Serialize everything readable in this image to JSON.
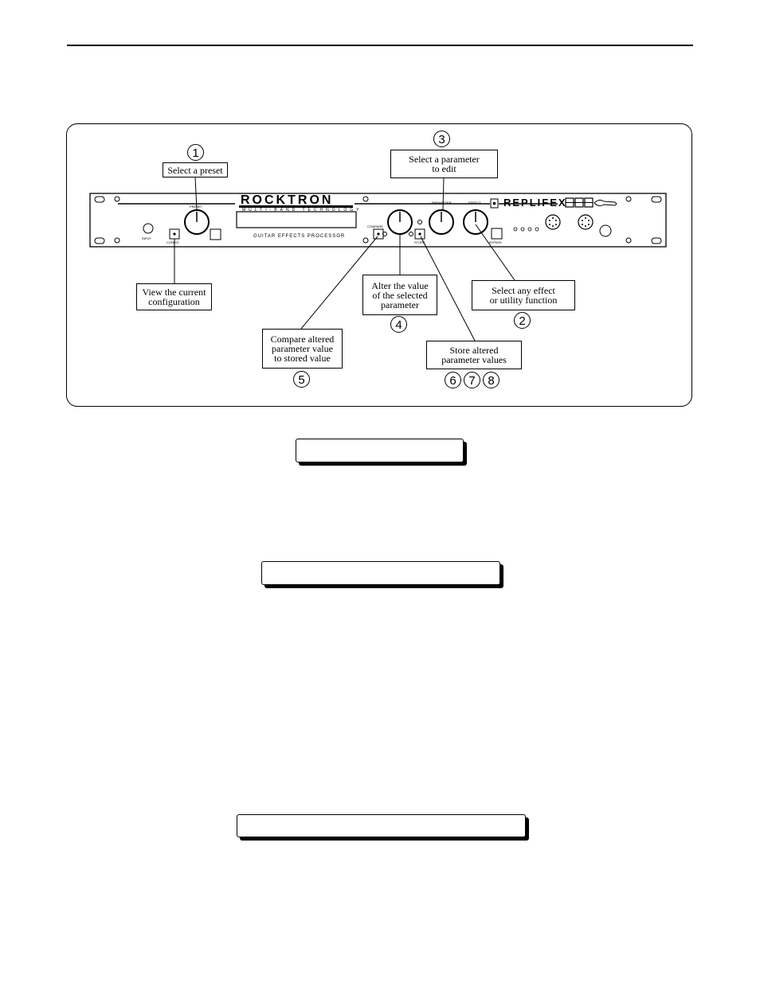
{
  "device": {
    "brand": "ROCKTRON",
    "brand_sub": "MULTI-BAND TECHNOLOGY",
    "model": "REPLIFEX",
    "product_line": "GUITAR EFFECTS PROCESSOR",
    "knob_labels": {
      "preset": "PRESET",
      "parameter": "PARAMETER",
      "effect": "EFFECT"
    },
    "button_labels": {
      "input": "INPUT",
      "config": "CONFIG",
      "bypass": "BYPASS",
      "compare": "COMPARE",
      "store": "STORE"
    }
  },
  "callouts": [
    {
      "id": "1",
      "text": "Select a preset"
    },
    {
      "id": "2",
      "text": "Select any effect\nor utility function"
    },
    {
      "id": "3",
      "text": "Select a parameter\nto edit"
    },
    {
      "id": "4",
      "text": "Alter the value\nof the selected\nparameter"
    },
    {
      "id": "5",
      "text": "Compare altered\nparameter value\nto stored value"
    },
    {
      "id": "6-8",
      "text": "Store altered\nparameter values"
    },
    {
      "id": "config",
      "text": "View the current\nconfiguration"
    }
  ],
  "numbers": [
    "1",
    "2",
    "3",
    "4",
    "5",
    "6",
    "7",
    "8"
  ],
  "headings": [
    "",
    "",
    ""
  ]
}
